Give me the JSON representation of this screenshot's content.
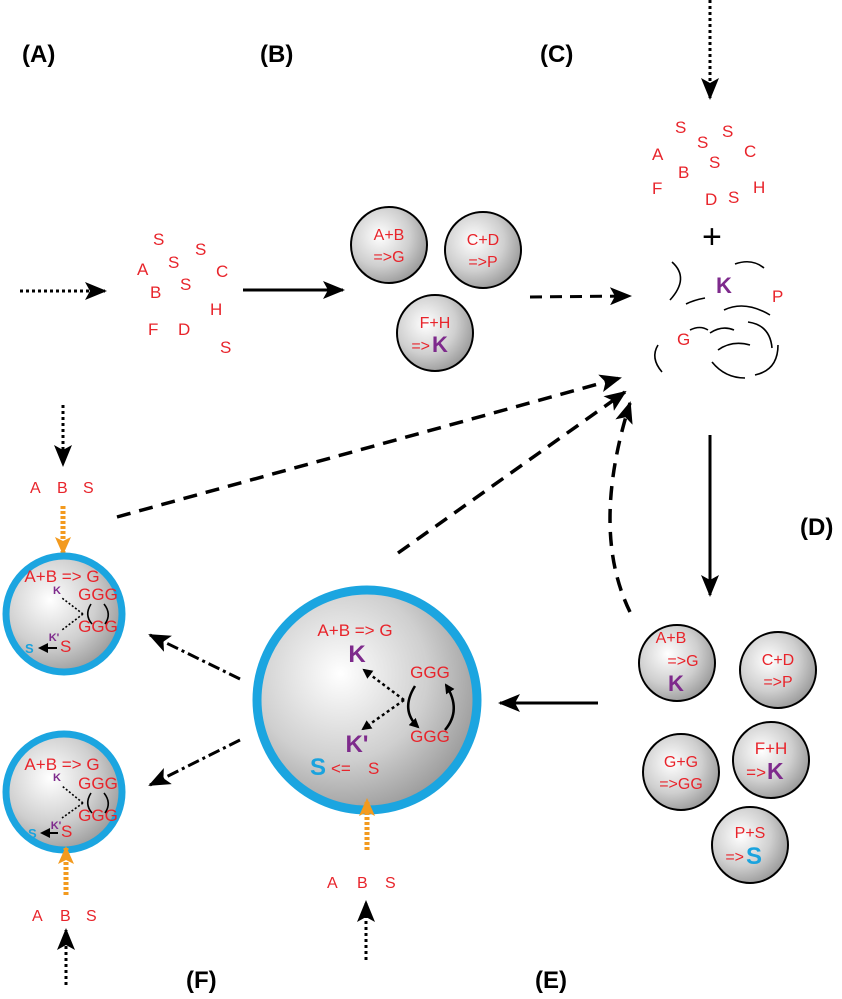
{
  "panels": {
    "a": "(A)",
    "b": "(B)",
    "c": "(C)",
    "d": "(D)",
    "e": "(E)",
    "f": "(F)"
  },
  "pool_b": {
    "s1": "S",
    "s2": "S",
    "s3": "S",
    "s4": "S",
    "s5": "S",
    "a": "A",
    "b": "B",
    "c": "C",
    "h": "H",
    "f": "F",
    "d": "D"
  },
  "pool_c": {
    "s1": "S",
    "s2": "S",
    "s3": "S",
    "s4": "S",
    "s5": "S",
    "a": "A",
    "b": "B",
    "c": "C",
    "f": "F",
    "d": "D",
    "h": "H"
  },
  "plus": "+",
  "mix": {
    "k": "K",
    "p": "P",
    "g": "G"
  },
  "cells_b": [
    {
      "line1": "A+B",
      "line2": "=>G"
    },
    {
      "line1": "C+D",
      "line2": "=>P"
    },
    {
      "line1": "F+H",
      "line2": "=>",
      "k": "K"
    }
  ],
  "cells_d": [
    {
      "line1": "A+B",
      "line2": "=>G",
      "k": "K"
    },
    {
      "line1": "C+D",
      "line2": "=>P"
    },
    {
      "line1": "G+G",
      "line2": "=>GG"
    },
    {
      "line1": "F+H",
      "line2": "=>",
      "k": "K"
    },
    {
      "line1": "P+S",
      "line2": "=>",
      "s": "S"
    }
  ],
  "protocell_e": {
    "reaction": "A+B => G",
    "k": "K",
    "ggg_top": "GGG",
    "ggg_bottom": "GGG",
    "kprime": "K'",
    "s_blue": "S",
    "arrow": "<=",
    "s_red": "S"
  },
  "protocell_f_top": {
    "reaction": "A+B => G",
    "k": "K",
    "ggg_top": "GGG",
    "ggg_bottom": "GGG",
    "kprime": "K'",
    "s_blue": "S",
    "s_red": "S"
  },
  "protocell_f_bottom": {
    "reaction": "A+B => G",
    "k": "K",
    "ggg_top": "GGG",
    "ggg_bottom": "GGG",
    "kprime": "K'",
    "s_blue": "S",
    "s_red": "S"
  },
  "food_f_top": {
    "a": "A",
    "b": "B",
    "s": "S"
  },
  "food_f_bottom": {
    "a": "A",
    "b": "B",
    "s": "S"
  },
  "food_e": {
    "a": "A",
    "b": "B",
    "s": "S"
  },
  "colors": {
    "red": "#e8242b",
    "purple": "#7e2a8c",
    "blue": "#1aa3de",
    "orange": "#f39a1e",
    "membrane": "#1ba5e0"
  }
}
